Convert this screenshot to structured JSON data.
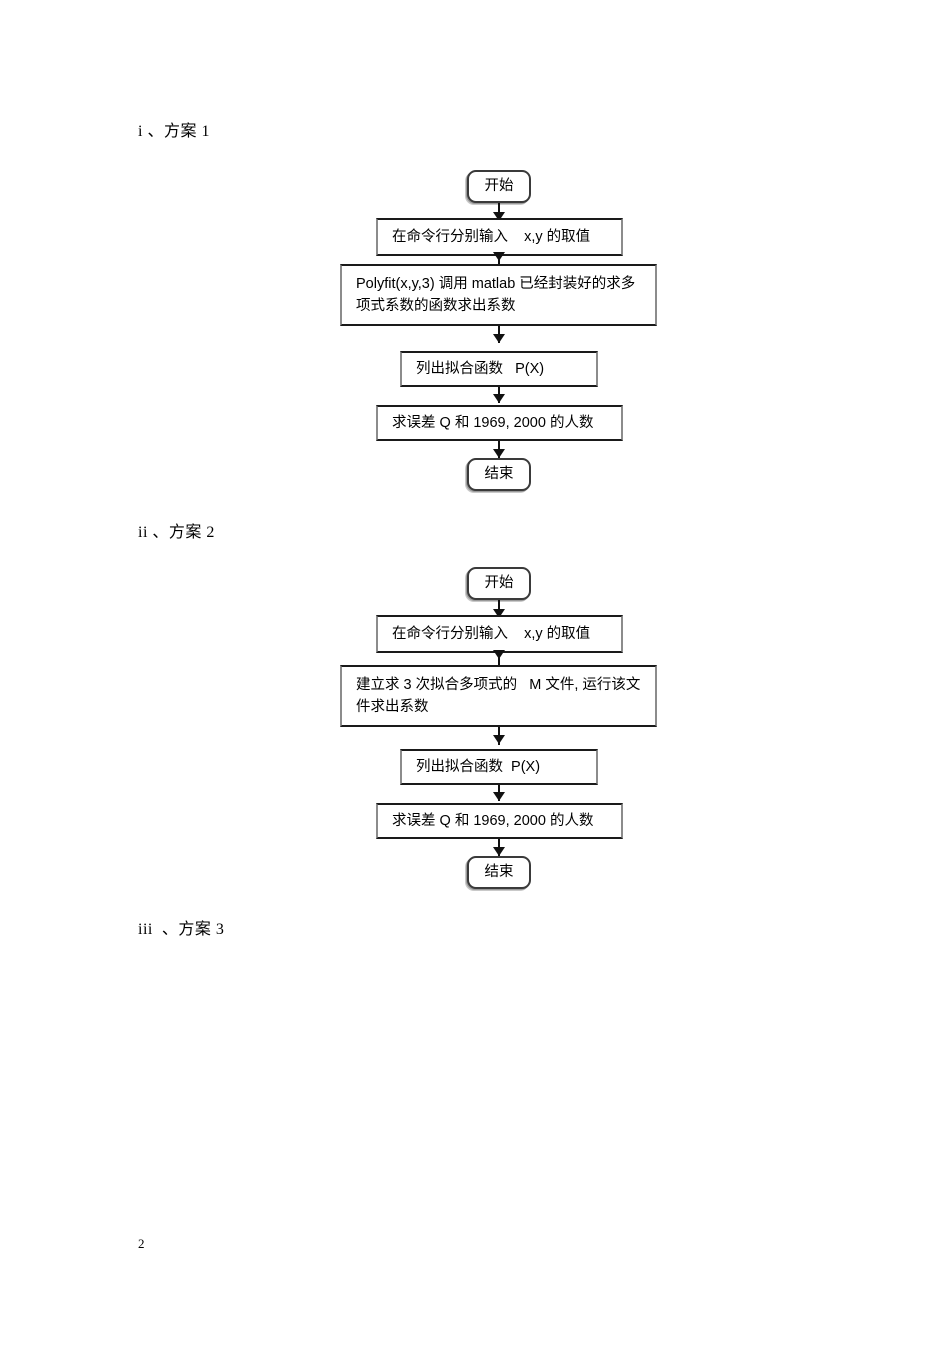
{
  "document": {
    "page_number": "2",
    "sections": [
      {
        "id": "scheme-1",
        "label": "i 、方案 1"
      },
      {
        "id": "scheme-2",
        "label": "ii 、方案 2"
      },
      {
        "id": "scheme-3",
        "label": "iii  、方案 3"
      }
    ]
  },
  "flowchart_1": {
    "title": "方案 1",
    "nodes": [
      {
        "id": "start",
        "shape": "terminator",
        "text": "开始"
      },
      {
        "id": "input",
        "shape": "process",
        "text": "在命令行分别输入    x,y 的取值"
      },
      {
        "id": "polyfit",
        "shape": "process",
        "text": "Polyfit(x,y,3) 调用 matlab 已经封装好的求多项式系数的函数求出系数"
      },
      {
        "id": "list",
        "shape": "process",
        "text": "列出拟合函数   P(X)"
      },
      {
        "id": "error",
        "shape": "process",
        "text": "求误差 Q 和 1969, 2000 的人数"
      },
      {
        "id": "end",
        "shape": "terminator",
        "text": "结束"
      }
    ],
    "edges": [
      {
        "from": "start",
        "to": "input"
      },
      {
        "from": "input",
        "to": "polyfit"
      },
      {
        "from": "polyfit",
        "to": "list"
      },
      {
        "from": "list",
        "to": "error"
      },
      {
        "from": "error",
        "to": "end"
      }
    ]
  },
  "flowchart_2": {
    "title": "方案 2",
    "nodes": [
      {
        "id": "start",
        "shape": "terminator",
        "text": "开始"
      },
      {
        "id": "input",
        "shape": "process",
        "text": "在命令行分别输入    x,y 的取值"
      },
      {
        "id": "mfile",
        "shape": "process",
        "text": "建立求 3 次拟合多项式的   M 文件, 运行该文件求出系数"
      },
      {
        "id": "list",
        "shape": "process",
        "text": "列出拟合函数  P(X)"
      },
      {
        "id": "error",
        "shape": "process",
        "text": "求误差 Q 和 1969, 2000 的人数"
      },
      {
        "id": "end",
        "shape": "terminator",
        "text": "结束"
      }
    ],
    "edges": [
      {
        "from": "start",
        "to": "input"
      },
      {
        "from": "input",
        "to": "mfile"
      },
      {
        "from": "mfile",
        "to": "list"
      },
      {
        "from": "list",
        "to": "error"
      },
      {
        "from": "error",
        "to": "end"
      }
    ]
  },
  "colors": {
    "border_dark": "#1a1a1a",
    "border_grey": "#8c8c8c",
    "connector": "#111111",
    "page_background": "#ffffff",
    "text": "#000000"
  }
}
